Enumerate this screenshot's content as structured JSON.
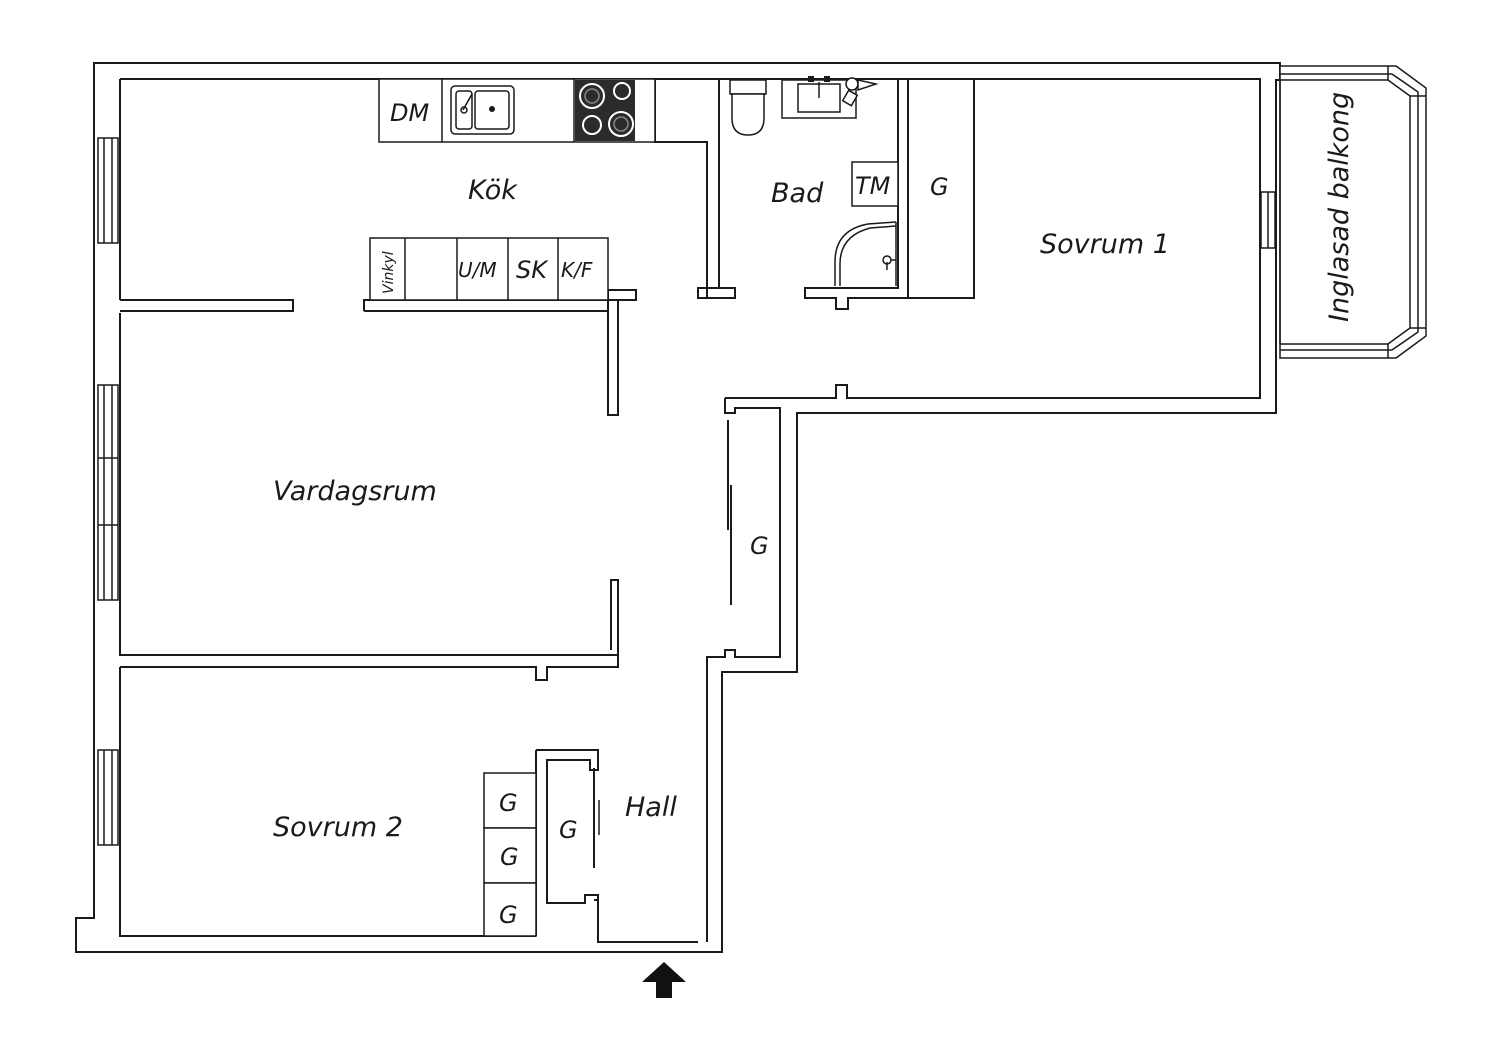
{
  "rooms": {
    "kok": "Kök",
    "bad": "Bad",
    "sovrum1": "Sovrum 1",
    "balkong": "Inglasad balkong",
    "vardagsrum": "Vardagsrum",
    "sovrum2": "Sovrum 2",
    "hall": "Hall"
  },
  "fixtures": {
    "dm": "DM",
    "tm": "TM",
    "vinkyl": "Vinkyl",
    "um": "U/M",
    "sk": "SK",
    "kf": "K/F",
    "garderob": "G"
  },
  "icons": [
    "sink-icon",
    "stove-icon",
    "toilet-icon",
    "washbasin-icon",
    "shower-icon",
    "entrance-arrow-icon"
  ],
  "colors": {
    "line": "#1a1a1a",
    "stove": "#2b2b2b",
    "background": "#ffffff"
  }
}
